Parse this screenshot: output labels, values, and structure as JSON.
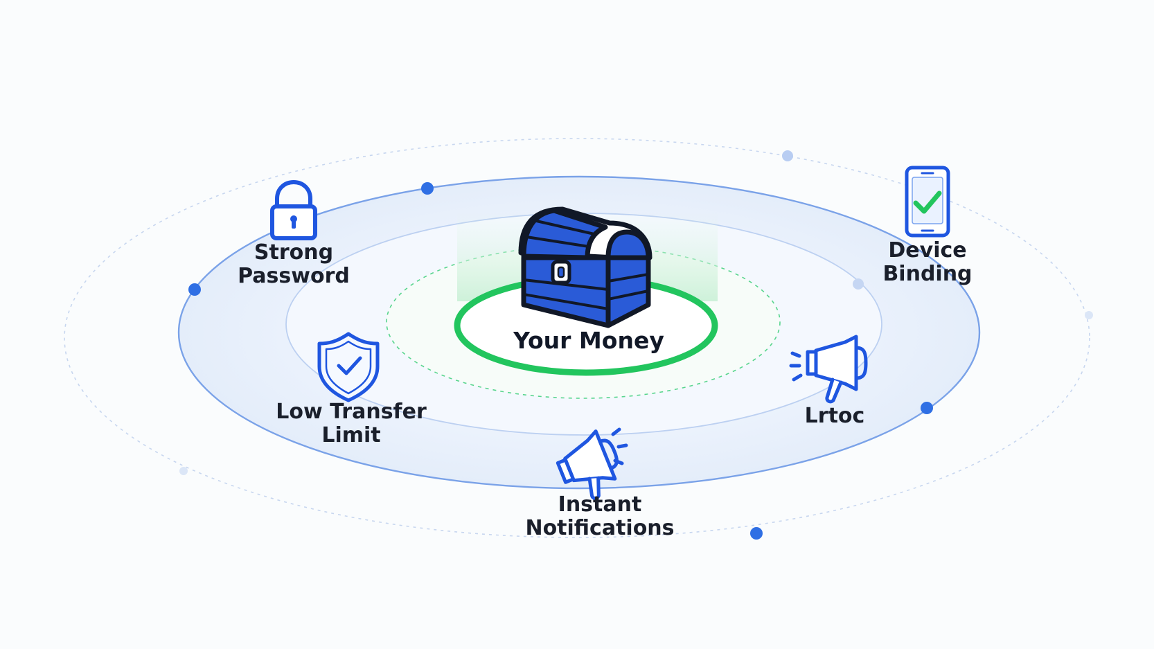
{
  "center": {
    "label": "Your Money",
    "icon": "treasure-chest-icon"
  },
  "features": [
    {
      "id": "strong-password",
      "line1": "Strong",
      "line2": "Password",
      "icon": "padlock-icon"
    },
    {
      "id": "device-binding",
      "line1": "Device",
      "line2": "Binding",
      "icon": "phone-check-icon"
    },
    {
      "id": "low-transfer-limit",
      "line1": "Low Transfer",
      "line2": "Limit",
      "icon": "shield-check-icon"
    },
    {
      "id": "lrtoc",
      "line1": "Lrtoc",
      "line2": "",
      "icon": "megaphone-icon"
    },
    {
      "id": "instant-notifications",
      "line1": "Instant",
      "line2": "Notifications",
      "icon": "megaphone-icon"
    }
  ],
  "colors": {
    "blue": "#2a5bd7",
    "icon_blue": "#1f56e0",
    "green": "#22c55e",
    "ring_blue": "#7aa2e8",
    "dot_blue": "#2f6fe4",
    "dot_light": "#b8cdf2",
    "text": "#1a1f2b"
  }
}
